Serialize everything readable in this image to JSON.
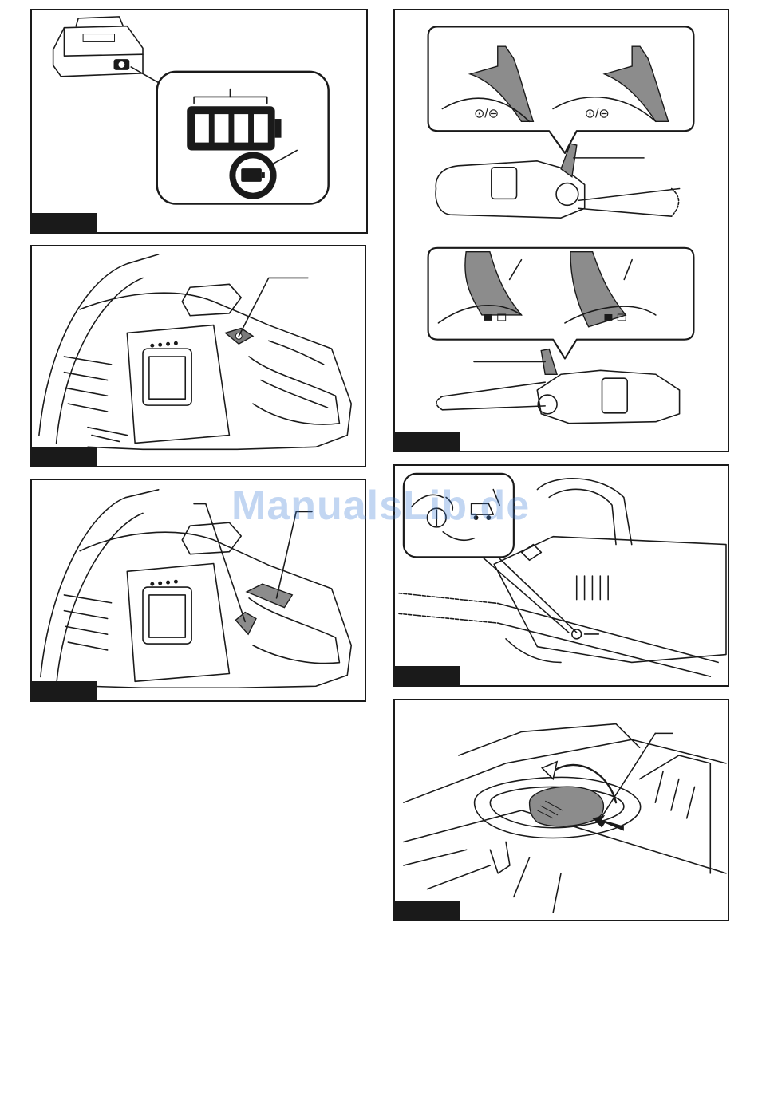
{
  "watermark": {
    "text": "ManualsLib.de",
    "color": "#3a7bd5"
  },
  "figures": [
    {
      "id": "fig-1",
      "content": "battery-indicator"
    },
    {
      "id": "fig-2",
      "content": "chainsaw-power-button"
    },
    {
      "id": "fig-3",
      "content": "chainsaw-lock-off-and-trigger"
    },
    {
      "id": "fig-4",
      "content": "chain-brake-lever"
    },
    {
      "id": "fig-5",
      "content": "chain-oil-adjust"
    },
    {
      "id": "fig-6",
      "content": "oil-tank-cap"
    }
  ],
  "icons": {
    "battery": "battery-icon",
    "low_battery": "low-battery-icon",
    "brake": "chain-brake-icon",
    "lock": "lock-icon",
    "unlock": "unlock-icon",
    "oil": "oil-adjust-icon"
  }
}
